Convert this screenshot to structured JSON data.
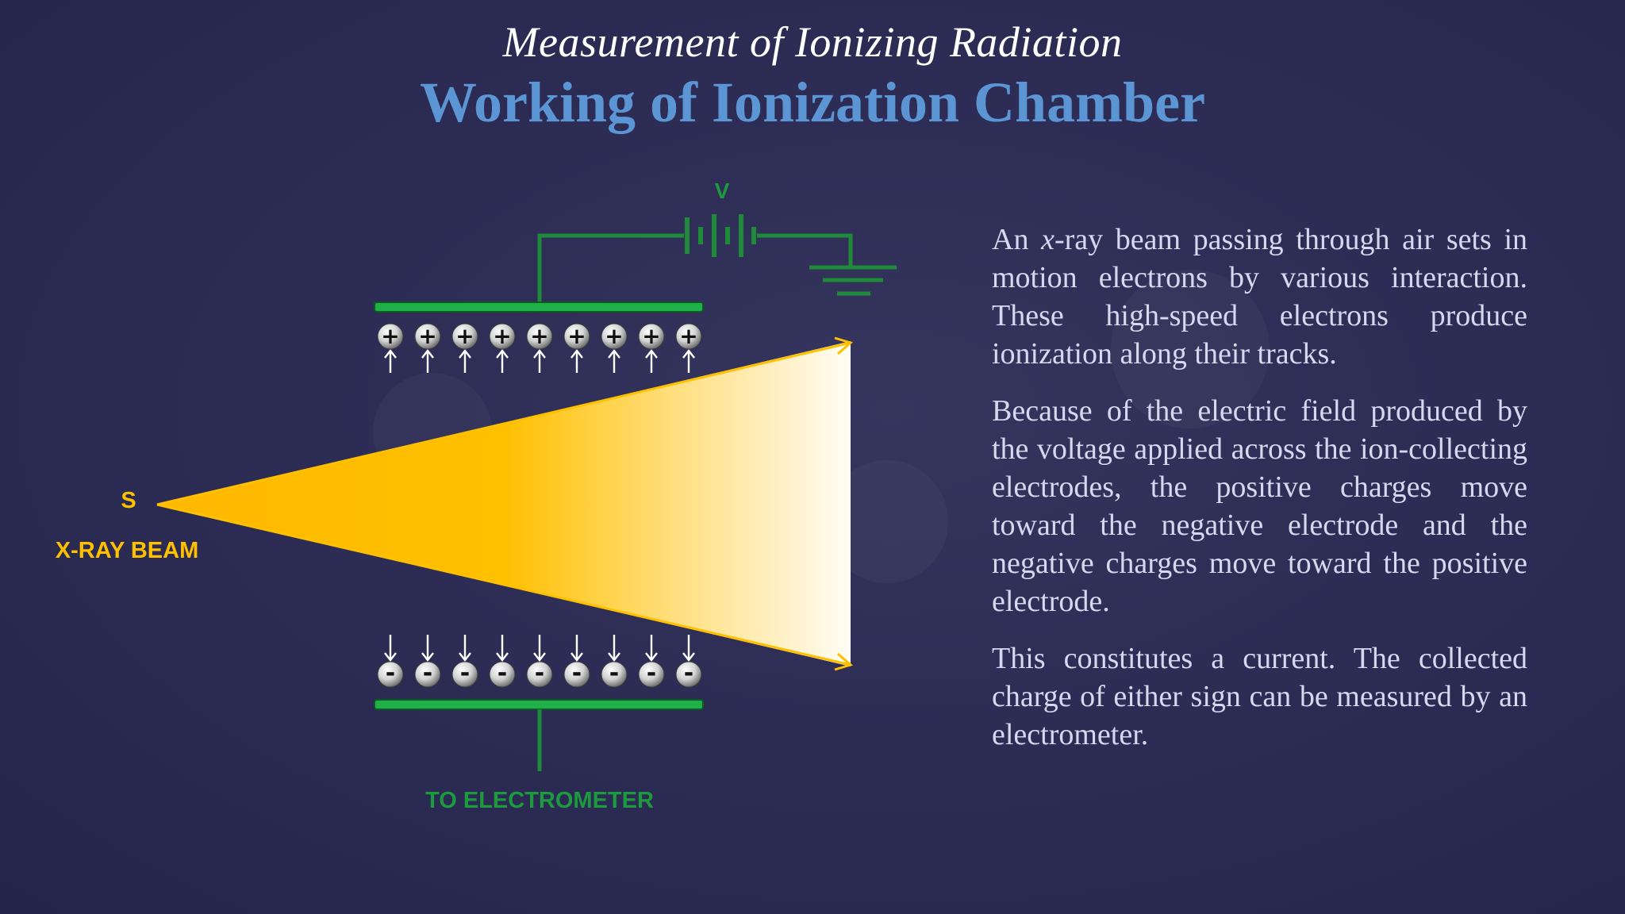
{
  "slide": {
    "subtitle": "Measurement of Ionizing Radiation",
    "title": "Working of Ionization Chamber"
  },
  "diagram": {
    "voltage_label": "V",
    "source_label": "S",
    "beam_label": "X-RAY BEAM",
    "electrometer_label": "TO ELECTROMETER",
    "positive_symbol": "+",
    "negative_symbol": "-",
    "ion_count": 9,
    "colors": {
      "wire": "#1e8a3a",
      "plate": "#1fb04a",
      "beam": "#ffc000",
      "label_yellow": "#ffc000",
      "label_green": "#1e9a3e"
    }
  },
  "text": {
    "p1_before": "An ",
    "p1_var": "x",
    "p1_after": "-ray beam passing through air sets in motion electrons by various interaction. These high-speed electrons produce ionization along their tracks.",
    "p2": "Because of the electric field produced by the voltage applied across the ion-collecting electrodes, the positive charges move toward the negative electrode and the negative charges move toward the positive electrode.",
    "p3": "This constitutes a current. The collected charge of either sign can be measured by an electrometer."
  }
}
